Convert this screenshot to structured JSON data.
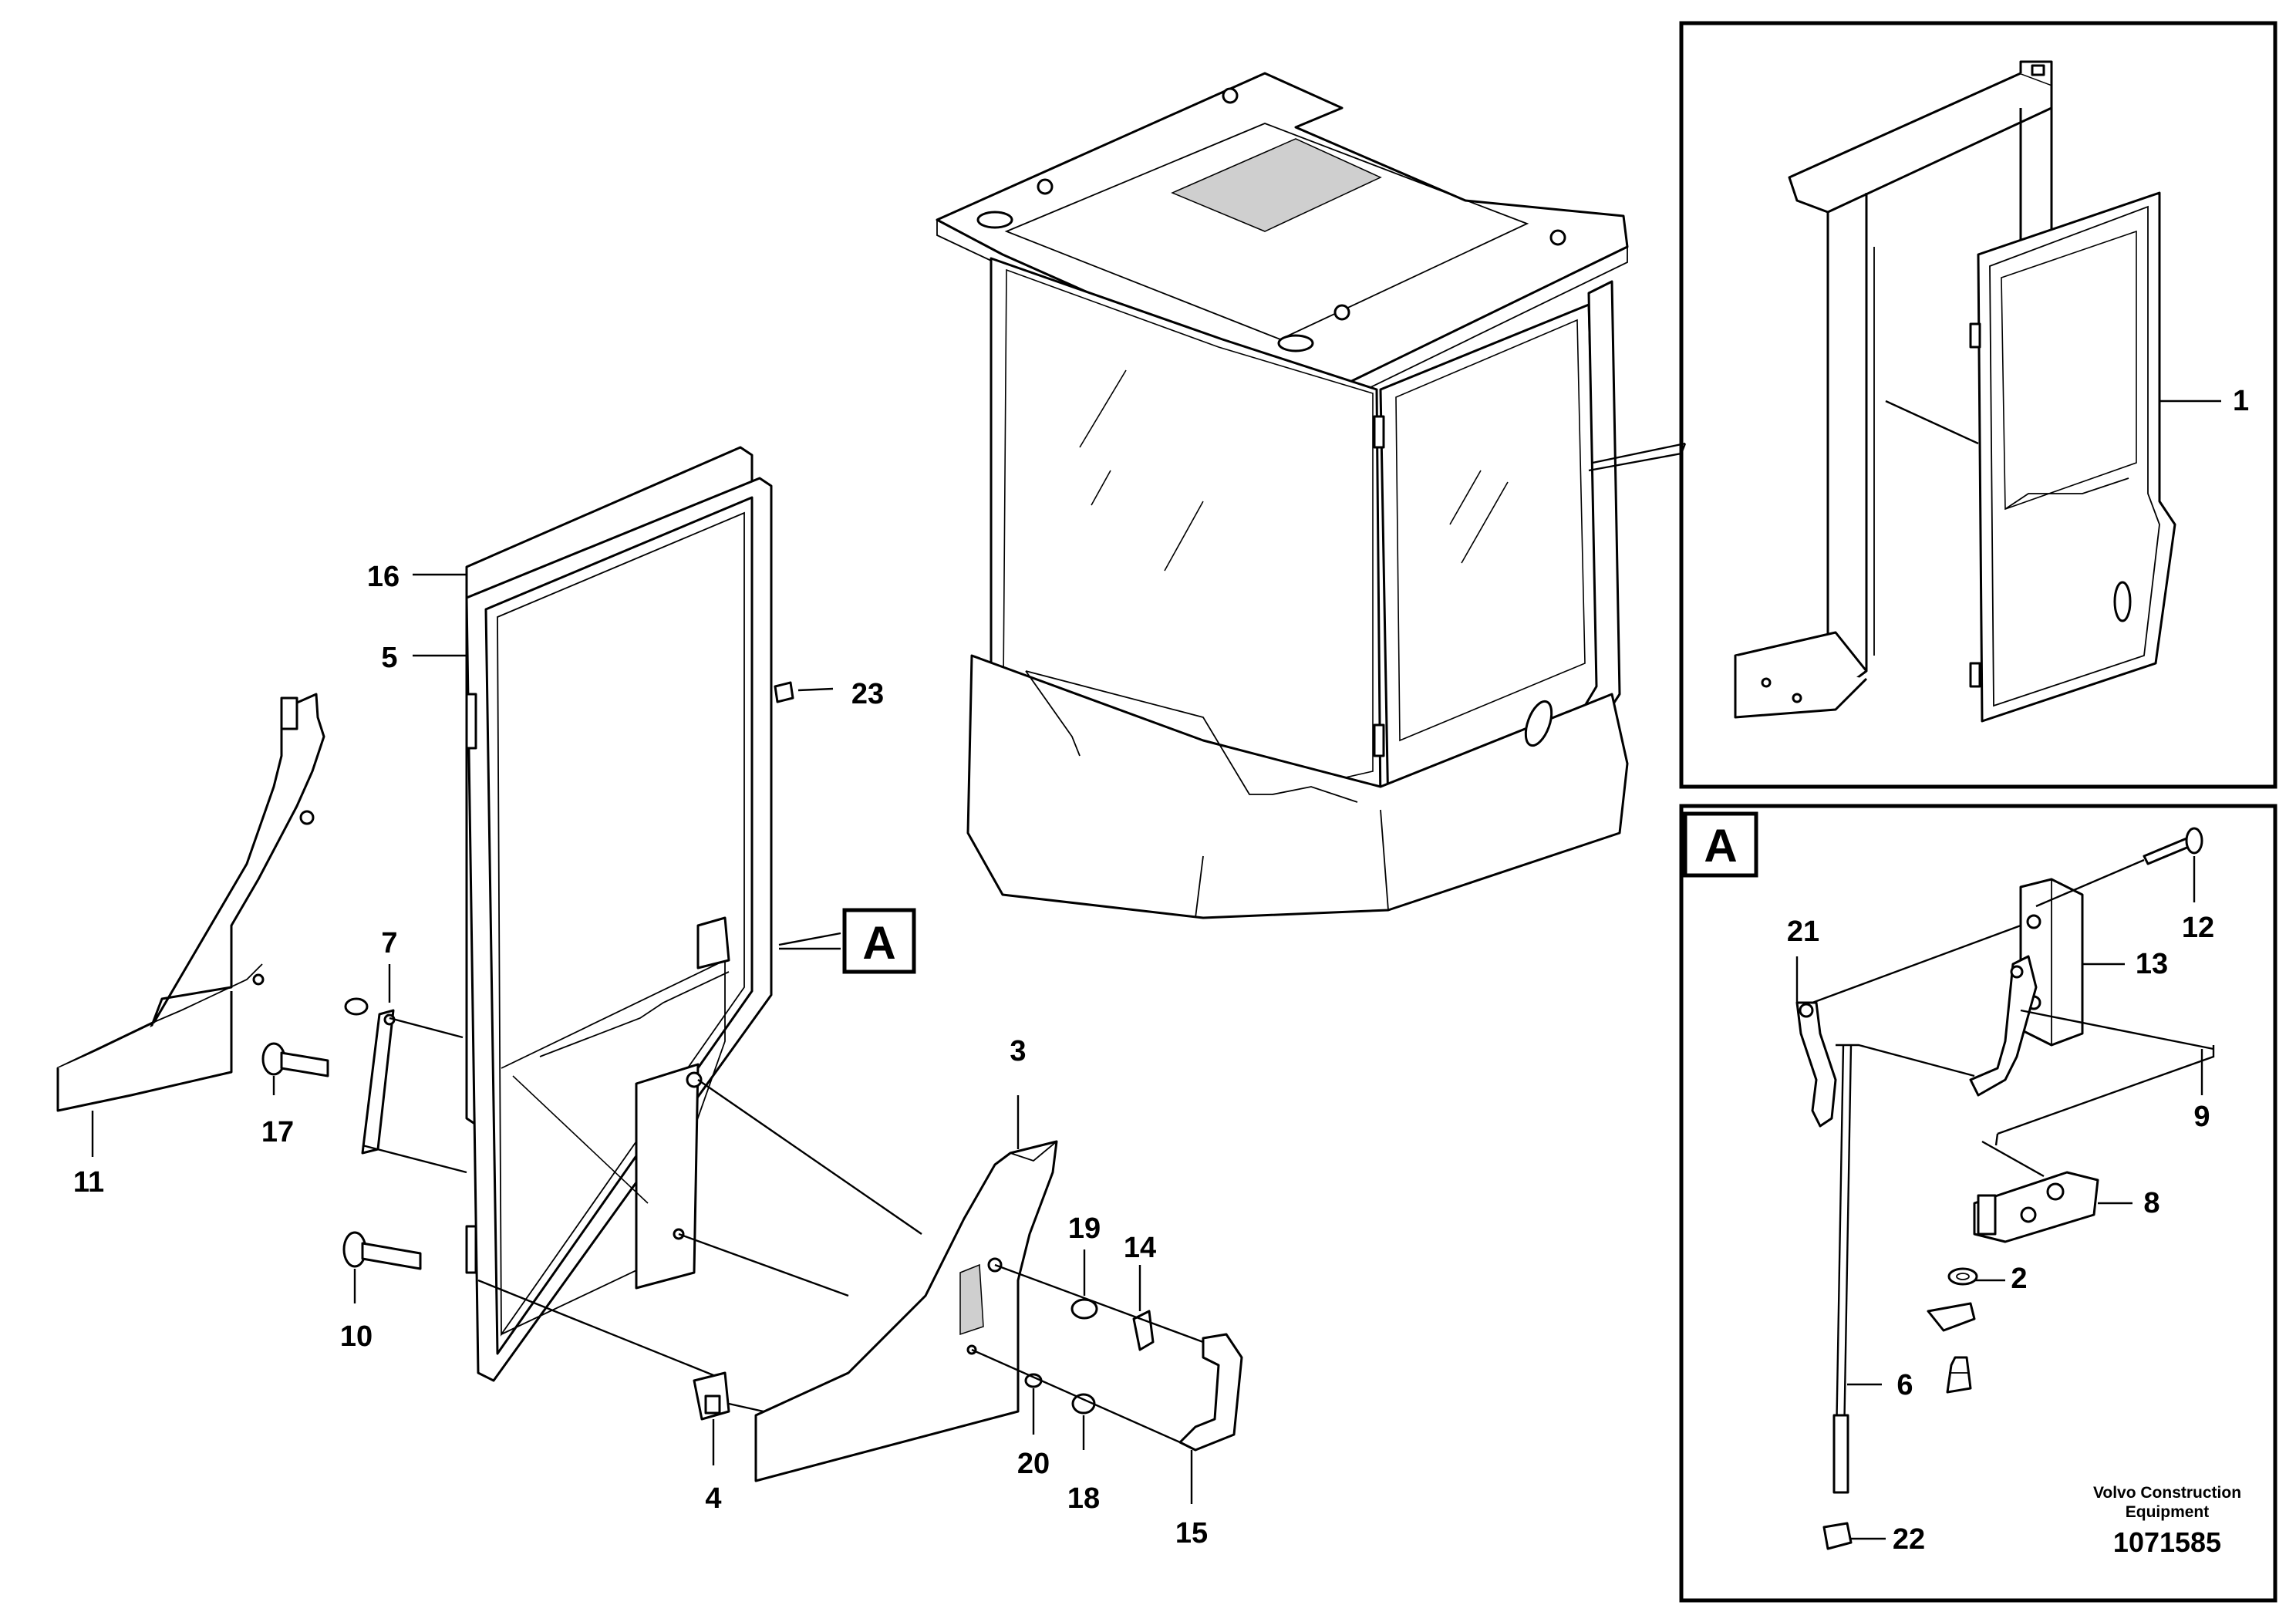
{
  "labels": {
    "p1": "1",
    "p2": "2",
    "p3": "3",
    "p4": "4",
    "p5": "5",
    "p6": "6",
    "p7": "7",
    "p8": "8",
    "p9": "9",
    "p10": "10",
    "p11": "11",
    "p12": "12",
    "p13": "13",
    "p14": "14",
    "p15": "15",
    "p16": "16",
    "p17": "17",
    "p18": "18",
    "p19": "19",
    "p20": "20",
    "p21": "21",
    "p22": "22",
    "p23": "23"
  },
  "detail_marker": "A",
  "footer": {
    "maker_line1": "Volvo Construction",
    "maker_line2": "Equipment",
    "drawing_number": "1071585"
  }
}
